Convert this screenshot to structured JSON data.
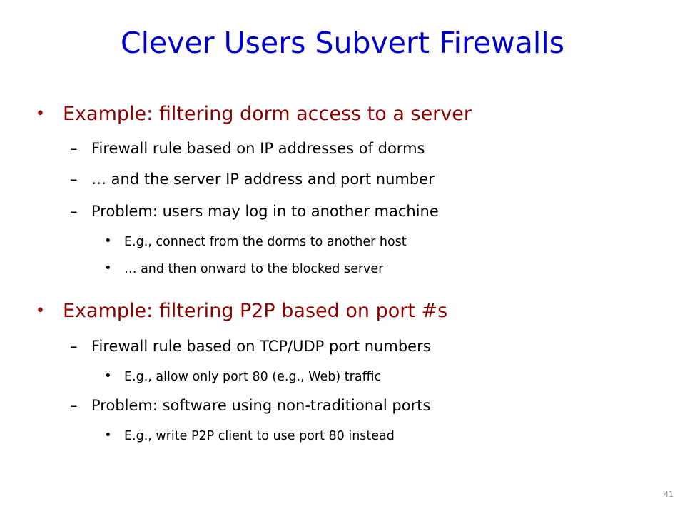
{
  "slide": {
    "title": "Clever Users Subvert Firewalls",
    "slide_number": "41",
    "bullet_char": "•",
    "dash_char": "–",
    "sections": [
      {
        "text": "Example: filtering dorm access to a server",
        "items": [
          {
            "text": "Firewall rule based on IP addresses of dorms"
          },
          {
            "text": "… and the server IP address and port number"
          },
          {
            "text": "Problem: users may log in to another machine"
          },
          {
            "text": "E.g., connect from the dorms to another host"
          },
          {
            "text": "… and then onward to the blocked server"
          }
        ]
      },
      {
        "text": "Example: filtering P2P based on port #s",
        "items": [
          {
            "text": "Firewall rule based on TCP/UDP port numbers"
          },
          {
            "text": "E.g., allow only port 80 (e.g., Web) traffic"
          },
          {
            "text": "Problem: software using non-traditional ports"
          },
          {
            "text": "E.g., write P2P client to use port 80 instead"
          }
        ]
      }
    ],
    "colors": {
      "title": "#0000cc",
      "level1": "#8b0000",
      "body": "#000000",
      "slide_number": "#8c8c8c"
    }
  }
}
